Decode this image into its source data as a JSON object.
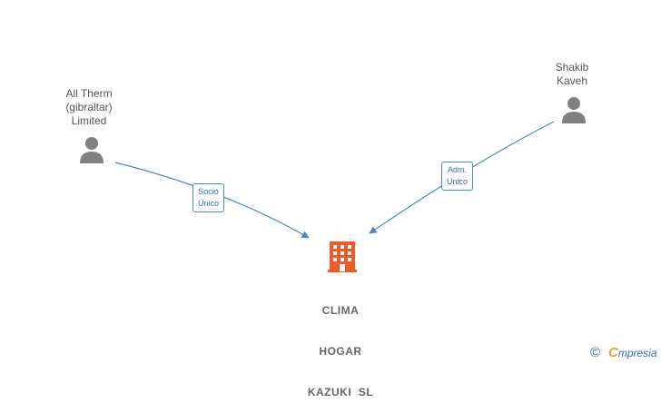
{
  "nodes": {
    "person_left": {
      "name_lines": [
        "All Therm",
        "(gibraltar)",
        "Limited"
      ],
      "icon": "person-icon"
    },
    "person_right": {
      "name_lines": [
        "Shakib",
        "Kaveh"
      ],
      "icon": "person-icon"
    },
    "company": {
      "name_lines": [
        "CLIMA",
        "HOGAR",
        "KAZUKI  SL"
      ],
      "icon": "building-icon"
    }
  },
  "edges": {
    "left_to_company": {
      "label_lines": [
        "Socio",
        "Único"
      ]
    },
    "right_to_company": {
      "label_lines": [
        "Adm.",
        "Unico"
      ]
    }
  },
  "footer": {
    "copyright_symbol": "©",
    "brand_initial": "C",
    "brand_rest": "mpresia"
  },
  "colors": {
    "edge": "#4a86c8",
    "person_icon": "#808080",
    "company_icon": "#f05a28"
  }
}
